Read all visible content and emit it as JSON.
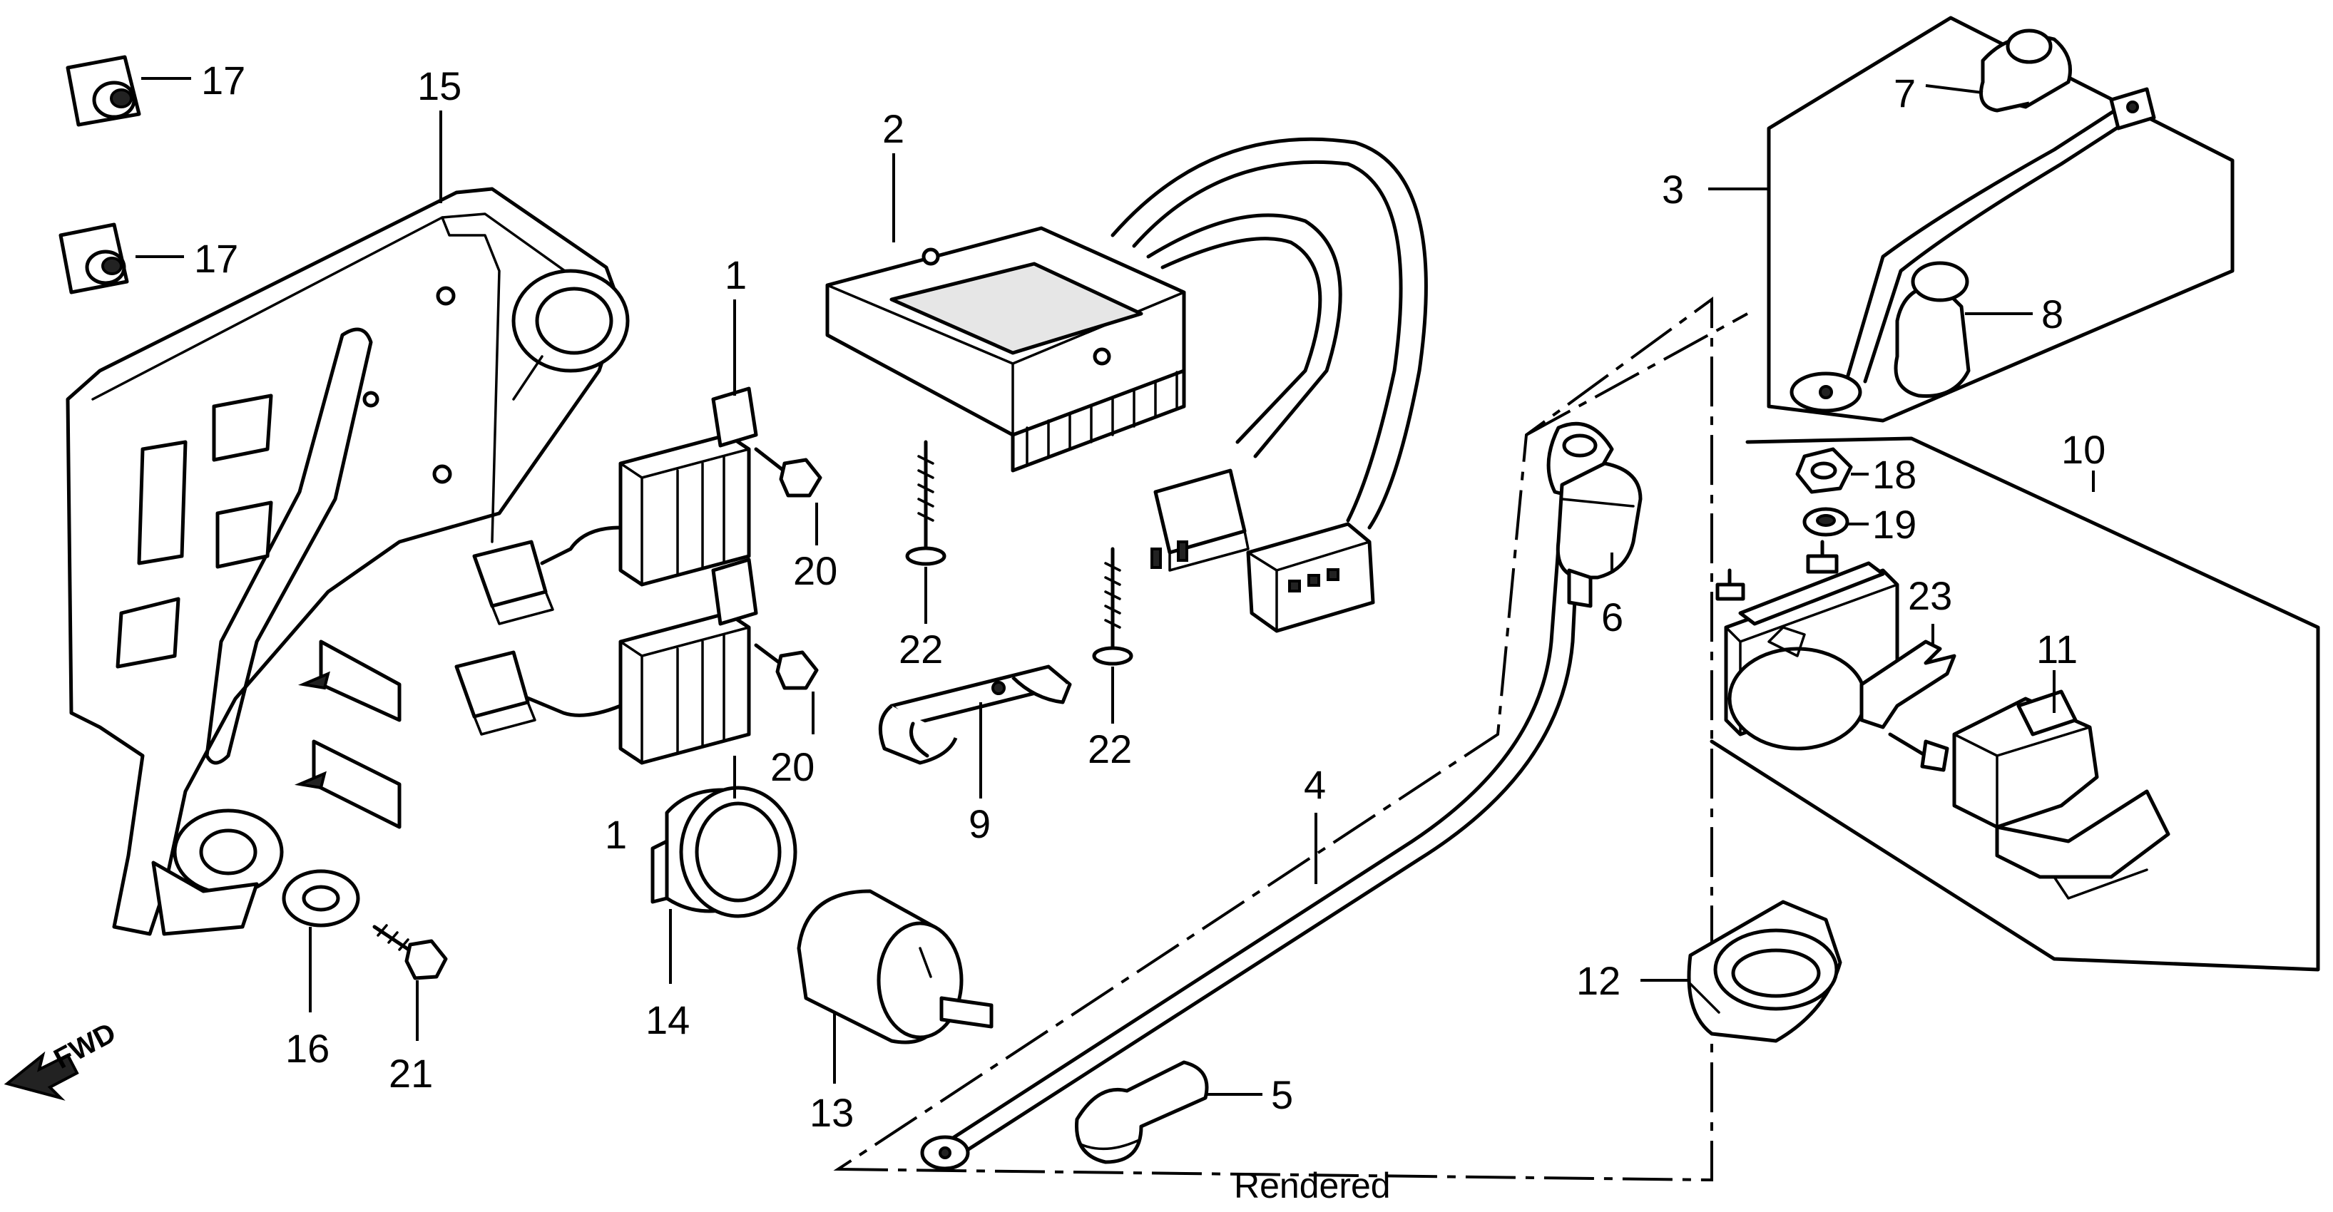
{
  "labels": {
    "1": "1",
    "2": "2",
    "3": "3",
    "4": "4",
    "5": "5",
    "6": "6",
    "7": "7",
    "8": "8",
    "9": "9",
    "10": "10",
    "11": "11",
    "12": "12",
    "13": "13",
    "14": "14",
    "15": "15",
    "16": "16",
    "17": "17",
    "18": "18",
    "19": "19",
    "20": "20",
    "21": "21",
    "22": "22",
    "23": "23"
  },
  "fwd_label": "FWD",
  "caption": "Rendered"
}
